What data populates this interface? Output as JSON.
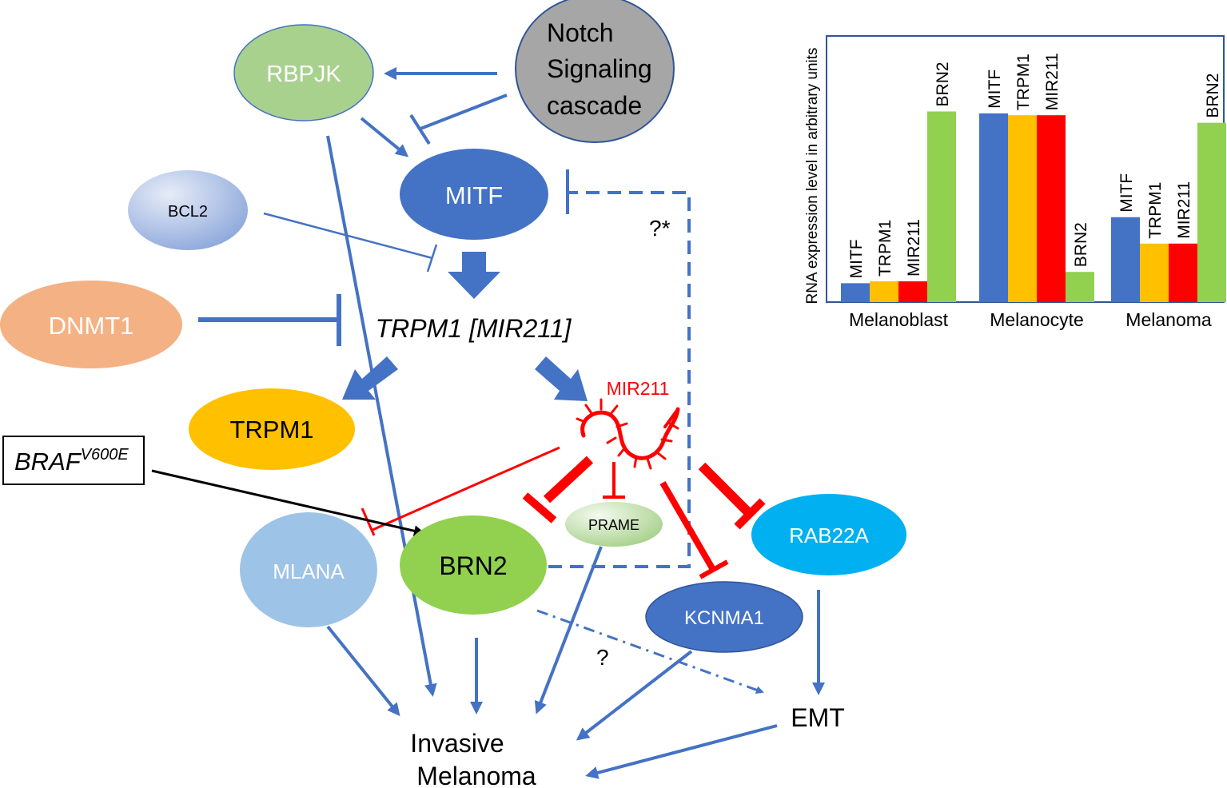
{
  "nodes": {
    "rbpjk": "RBPJK",
    "notch": [
      "Notch",
      "Signaling",
      "cascade"
    ],
    "mitf": "MITF",
    "bcl2": "BCL2",
    "dnmt1": "DNMT1",
    "trpm1_gene": "TRPM1 [MIR211]",
    "trpm1": "TRPM1",
    "mir211": "MIR211",
    "braf_base": "BRAF",
    "braf_sup": "V600E",
    "prame": "PRAME",
    "mlana": "MLANA",
    "brn2": "BRN2",
    "rab22a": "RAB22A",
    "kcnma1": "KCNMA1",
    "emt": "EMT",
    "invasive": [
      "Invasive",
      "Melanoma"
    ]
  },
  "annotations": {
    "feedback": "?*",
    "unknown": "?"
  },
  "colors": {
    "arrow_blue": "#4472C4",
    "inhibit_red": "#FF0000",
    "rbpjk_fill": "#A9D18E",
    "notch_fill": "#A6A6A6",
    "mitf_fill": "#4472C4",
    "dnmt1_fill": "#F4B183",
    "trpm1_fill": "#FFC000",
    "mlana_fill": "#9DC3E6",
    "brn2_fill": "#92D050",
    "rab22a_fill": "#00B0F0",
    "kcnma1_fill": "#4472C4"
  },
  "chart_data": {
    "type": "bar",
    "ylabel": "RNA expression level in arbitrary units",
    "categories": [
      "Melanoblast",
      "Melanocyte",
      "Melanoma"
    ],
    "series": [
      {
        "name": "MITF",
        "color": "#4472C4",
        "values": [
          10,
          100,
          45
        ]
      },
      {
        "name": "TRPM1",
        "color": "#FFC000",
        "values": [
          11,
          99,
          31
        ]
      },
      {
        "name": "MIR211",
        "color": "#FF0000",
        "values": [
          11,
          99,
          31
        ]
      },
      {
        "name": "BRN2",
        "color": "#92D050",
        "values": [
          101,
          16,
          95
        ]
      }
    ],
    "ylim": [
      0,
      141
    ],
    "legend": "none",
    "grid": false
  }
}
